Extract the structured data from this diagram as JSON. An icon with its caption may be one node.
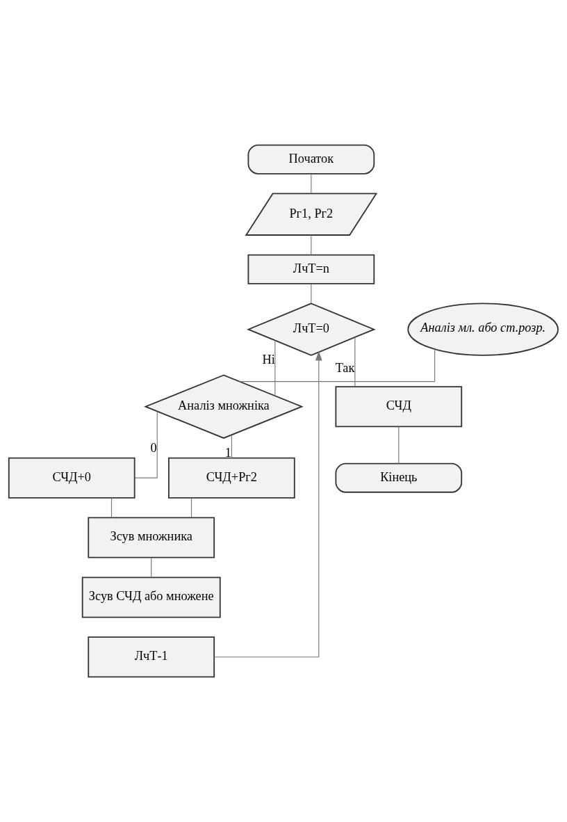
{
  "diagram": {
    "nodes": [
      {
        "text": [
          "Початок"
        ]
      },
      {
        "text": [
          "Рг1, Рг2"
        ]
      },
      {
        "text": [
          "ЛчТ=n"
        ]
      },
      {
        "text": [
          "ЛчТ=0"
        ]
      },
      {
        "text": [
          "Аналіз множніка"
        ]
      },
      {
        "text": [
          "СЧД+0"
        ]
      },
      {
        "text": [
          "СЧД+Рг2"
        ]
      },
      {
        "text": [
          "Зсув множника"
        ]
      },
      {
        "text": [
          "Зсув СЧД або множене"
        ]
      },
      {
        "text": [
          "ЛчТ-1"
        ]
      },
      {
        "text": [
          "СЧД"
        ]
      },
      {
        "text": [
          "Кінець"
        ]
      },
      {
        "text": [
          "Аналіз мл. або ст.розр."
        ]
      }
    ],
    "edges": [
      {
        "from": 0,
        "to": 1,
        "arrow": "none"
      },
      {
        "from": 1,
        "to": 2,
        "arrow": "none"
      },
      {
        "from": 2,
        "to": 3,
        "arrow": "none"
      },
      {
        "from": 3,
        "to": 4,
        "arrow": "none",
        "label": "Ні"
      },
      {
        "from": 3,
        "to": 10,
        "arrow": "none",
        "label": "Так"
      },
      {
        "from": 4,
        "to": 5,
        "arrow": "none",
        "label": "0"
      },
      {
        "from": 4,
        "to": 6,
        "arrow": "none",
        "label": "1"
      },
      {
        "from": 5,
        "to": 7,
        "arrow": "none"
      },
      {
        "from": 6,
        "to": 7,
        "arrow": "none"
      },
      {
        "from": 7,
        "to": 8,
        "arrow": "none"
      },
      {
        "from": 9,
        "to": 3,
        "arrow": "to"
      },
      {
        "from": 10,
        "to": 11,
        "arrow": "none"
      },
      {
        "from": 12,
        "to": 4,
        "arrow": "none"
      }
    ]
  }
}
